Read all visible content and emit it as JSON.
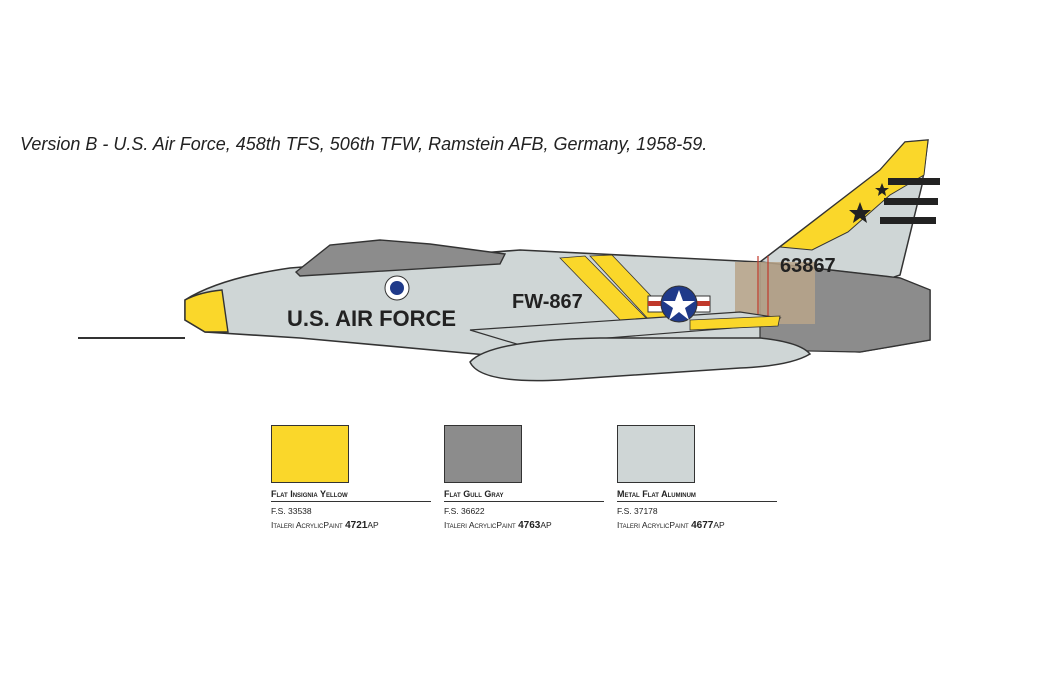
{
  "caption": "Version B - U.S. Air Force, 458th TFS, 506th TFW, Ramstein AFB, Germany, 1958-59.",
  "markings": {
    "fuselage": "U.S. AIR FORCE",
    "buzz": "FW-867",
    "tail": "63867"
  },
  "colors": [
    {
      "name": "Flat Insignia Yellow",
      "fs": "F.S. 33538",
      "paint_brand": "Italeri AcrylicPaint",
      "paint_code": "4721",
      "paint_suffix": "AP",
      "hex": "#fad72a"
    },
    {
      "name": "Flat Gull Gray",
      "fs": "F.S. 36622",
      "paint_brand": "Italeri AcrylicPaint",
      "paint_code": "4763",
      "paint_suffix": "AP",
      "hex": "#8c8c8c"
    },
    {
      "name": "Metal Flat Aluminum",
      "fs": "F.S. 37178",
      "paint_brand": "Italeri AcrylicPaint",
      "paint_code": "4677",
      "paint_suffix": "AP",
      "hex": "#cfd6d6"
    }
  ]
}
